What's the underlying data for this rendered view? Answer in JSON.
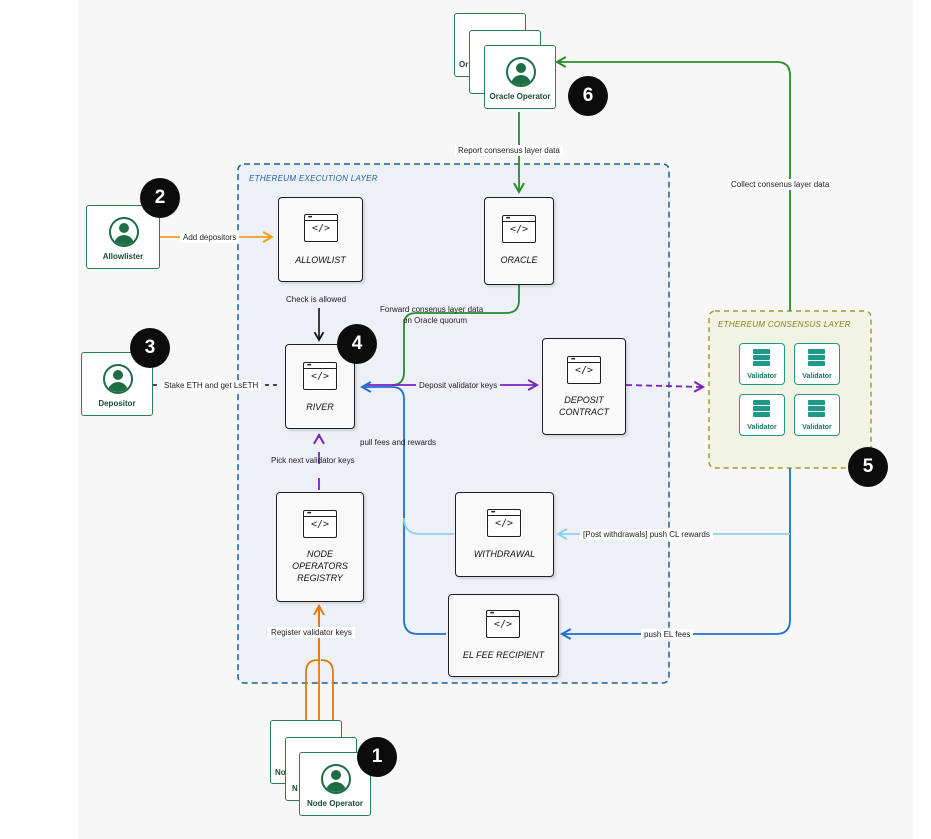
{
  "layers": {
    "execution": "ETHEREUM EXECUTION LAYER",
    "consensus": "ETHEREUM CONSENSUS LAYER"
  },
  "contracts": {
    "allowlist": "ALLOWLIST",
    "oracle": "ORACLE",
    "river": "RIVER",
    "deposit_contract": [
      "DEPOSIT",
      "CONTRACT"
    ],
    "node_operators_registry": [
      "NODE",
      "OPERATORS",
      "REGISTRY"
    ],
    "withdrawal": "WITHDRAWAL",
    "el_fee_recipient": "EL FEE RECIPIENT"
  },
  "contract_icon": "code-window-icon",
  "actors": {
    "oracle_operator": "Oracle Operator",
    "oracle_operator_ghost": "Or",
    "allowlister": "Allowlister",
    "depositor": "Depositor",
    "node_operator": "Node Operator",
    "node_operator_ghost_1": "No",
    "node_operator_ghost_2": "N",
    "actor_icon": "person-icon"
  },
  "validators": [
    "Validator",
    "Validator",
    "Validator",
    "Validator"
  ],
  "validator_icon": "server-icon",
  "badges": [
    "1",
    "2",
    "3",
    "4",
    "5",
    "6"
  ],
  "edges": {
    "report_consensus": "Report consensus layer data",
    "collect_consensus": "Collect consenus layer data",
    "add_depositors": "Add depositors",
    "check_allowed": "Check is allowed",
    "forward_consensus": [
      "Forward consenus layer data",
      "on Oracle quorum"
    ],
    "stake_eth": "Stake ETH and get LsETH",
    "deposit_keys": "Deposit validator keys",
    "pull_fees": "pull fees and rewards",
    "pick_next": "Pick next validator keys",
    "post_withdrawals": "[Post withdrawals] push CL rewards",
    "push_el_fees": "push EL fees",
    "register_keys": "Register validator keys"
  },
  "colors": {
    "execution_border": "#1d5f99",
    "execution_fill": "#edf1f7",
    "consensus_border": "#a89a2a",
    "consensus_fill": "#f1f3e3",
    "oracle_flow": "#2a8a2a",
    "allowlister_flow": "#f0a020",
    "node_operator_flow": "#e07a10",
    "validator_keys_flow": "#7a22c2",
    "el_fees_flow": "#1f6fcf",
    "cl_rewards_flow": "#8fcff0",
    "actor_green": "#1e6e45",
    "validator_teal": "#1e9a8a"
  }
}
